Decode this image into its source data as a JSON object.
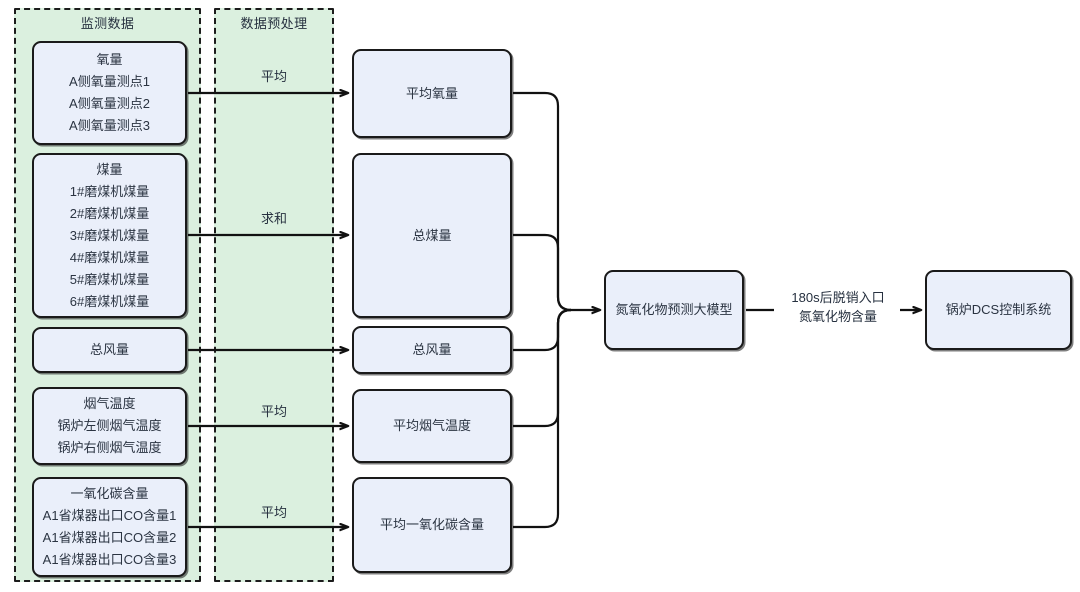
{
  "diagram": {
    "title_left_group": "监测数据",
    "title_mid_group": "数据预处理"
  },
  "groups": [
    {
      "name": "monitoring-data",
      "label": "监测数据"
    },
    {
      "name": "data-preprocessing",
      "label": "数据预处理"
    }
  ],
  "sources": [
    {
      "head": "氧量",
      "lines": [
        "A侧氧量测点1",
        "A侧氧量测点2",
        "A侧氧量测点3"
      ]
    },
    {
      "head": "煤量",
      "lines": [
        "1#磨煤机煤量",
        "2#磨煤机煤量",
        "3#磨煤机煤量",
        "4#磨煤机煤量",
        "5#磨煤机煤量",
        "6#磨煤机煤量"
      ]
    },
    {
      "head": "总风量",
      "lines": []
    },
    {
      "head": "烟气温度",
      "lines": [
        "锅炉左侧烟气温度",
        "锅炉右侧烟气温度"
      ]
    },
    {
      "head": "一氧化碳含量",
      "lines": [
        "A1省煤器出口CO含量1",
        "A1省煤器出口CO含量2",
        "A1省煤器出口CO含量3"
      ]
    }
  ],
  "operations": [
    {
      "label": "平均"
    },
    {
      "label": "求和"
    },
    {
      "label": ""
    },
    {
      "label": "平均"
    },
    {
      "label": "平均"
    }
  ],
  "processed": [
    {
      "label": "平均氧量"
    },
    {
      "label": "总煤量"
    },
    {
      "label": "总风量"
    },
    {
      "label": "平均烟气温度"
    },
    {
      "label": "平均一氧化碳含量"
    }
  ],
  "model": {
    "label": "氮氧化物预测大模型"
  },
  "output_link": {
    "line1": "180s后脱销入口",
    "line2": "氮氧化物含量"
  },
  "controller": {
    "label": "锅炉DCS控制系统"
  },
  "colors": {
    "group_fill": "#dbf0df",
    "group_border": "#1c1c1c",
    "node_fill": "#eaeffa",
    "node_border": "#1a1a1a",
    "text": "#2b3442",
    "wire": "#111111",
    "page_bg": "#ffffff"
  }
}
